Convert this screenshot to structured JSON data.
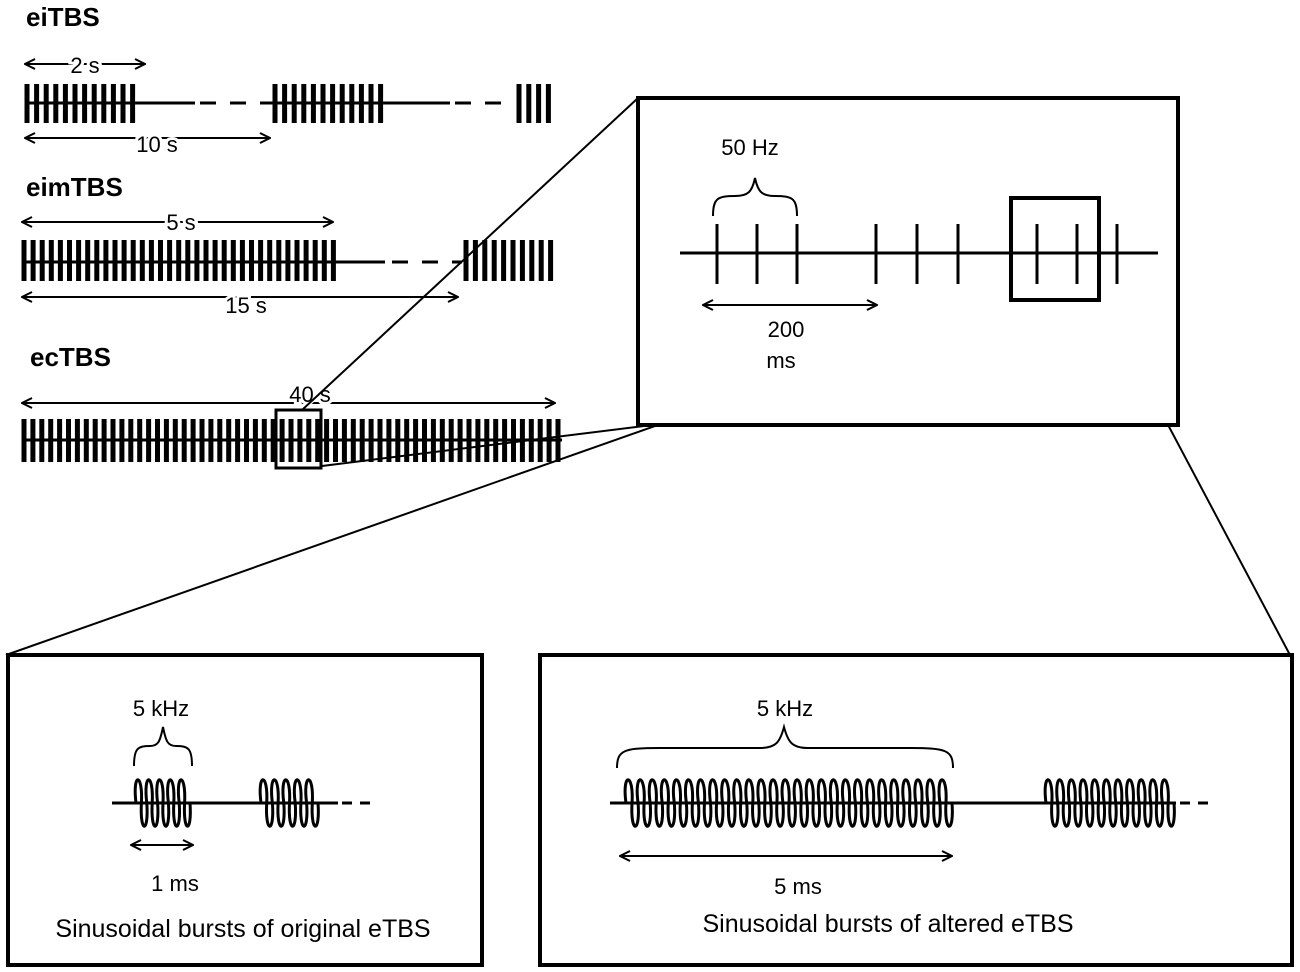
{
  "protocols": {
    "eitbs": {
      "title": "eiTBS",
      "burst_label": "2 s",
      "cycle_label": "10 s"
    },
    "eimtbs": {
      "title": "eimTBS",
      "burst_label": "5 s",
      "cycle_label": "15 s"
    },
    "ectbs": {
      "title": "ecTBS",
      "total_label": "40 s"
    }
  },
  "zoom_pulses": {
    "frequency_label": "50 Hz",
    "interval_label_line1": "200",
    "interval_label_line2": "ms"
  },
  "panel_original": {
    "frequency_label": "5 kHz",
    "duration_label": "1 ms",
    "caption": "Sinusoidal bursts of original eTBS"
  },
  "panel_altered": {
    "frequency_label": "5 kHz",
    "duration_label": "5 ms",
    "caption": "Sinusoidal bursts of altered eTBS"
  },
  "colors": {
    "ink": "#000000",
    "background": "#ffffff"
  }
}
